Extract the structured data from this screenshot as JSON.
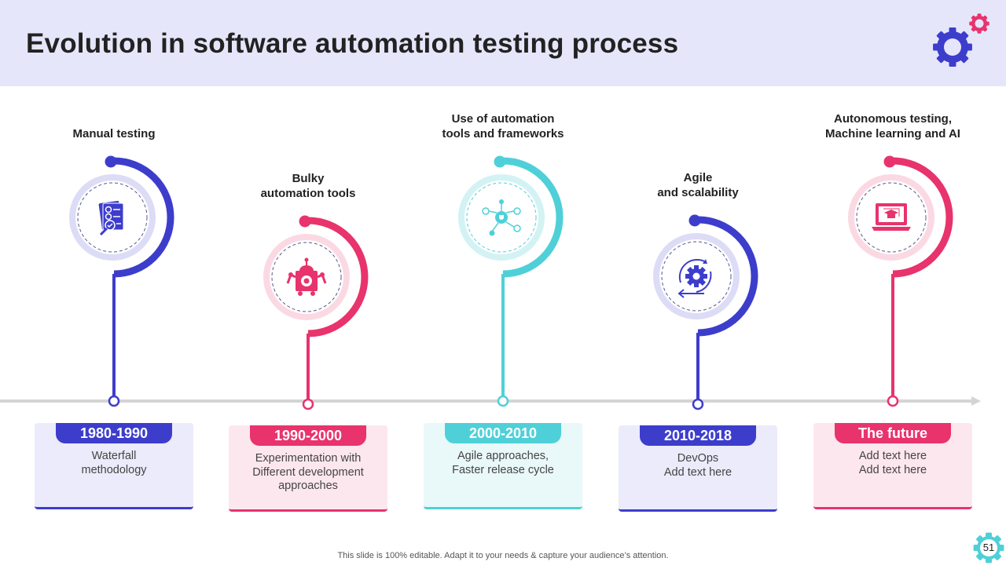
{
  "title": "Evolution in software automation testing process",
  "footer": "This slide is 100% editable. Adapt it to your needs & capture your audience’s attention.",
  "page_number": "51",
  "colors": {
    "blue": "#3d3dcc",
    "pink": "#e8336d",
    "teal": "#4fd0d8",
    "header_bg": "#e6e6fb"
  },
  "items": [
    {
      "label_lines": [
        "Manual testing"
      ],
      "period": "1980-1990",
      "desc_lines": [
        "Waterfall",
        "methodology"
      ],
      "icon": "checklist-magnifier-icon",
      "color": "blue"
    },
    {
      "label_lines": [
        "Bulky",
        "automation tools"
      ],
      "period": "1990-2000",
      "desc_lines": [
        "Experimentation with",
        "Different development",
        "approaches"
      ],
      "icon": "robot-icon",
      "color": "pink"
    },
    {
      "label_lines": [
        "Use of automation",
        "tools and frameworks"
      ],
      "period": "2000-2010",
      "desc_lines": [
        "Agile approaches,",
        "Faster release cycle"
      ],
      "icon": "network-trophy-icon",
      "color": "teal"
    },
    {
      "label_lines": [
        "Agile",
        "and scalability"
      ],
      "period": "2010-2018",
      "desc_lines": [
        "DevOps",
        "Add text here"
      ],
      "icon": "gear-cycle-icon",
      "color": "blue"
    },
    {
      "label_lines": [
        "Autonomous testing,",
        "Machine learning and AI"
      ],
      "period": "The future",
      "desc_lines": [
        "Add text here",
        "Add text here"
      ],
      "icon": "laptop-education-icon",
      "color": "pink"
    }
  ]
}
